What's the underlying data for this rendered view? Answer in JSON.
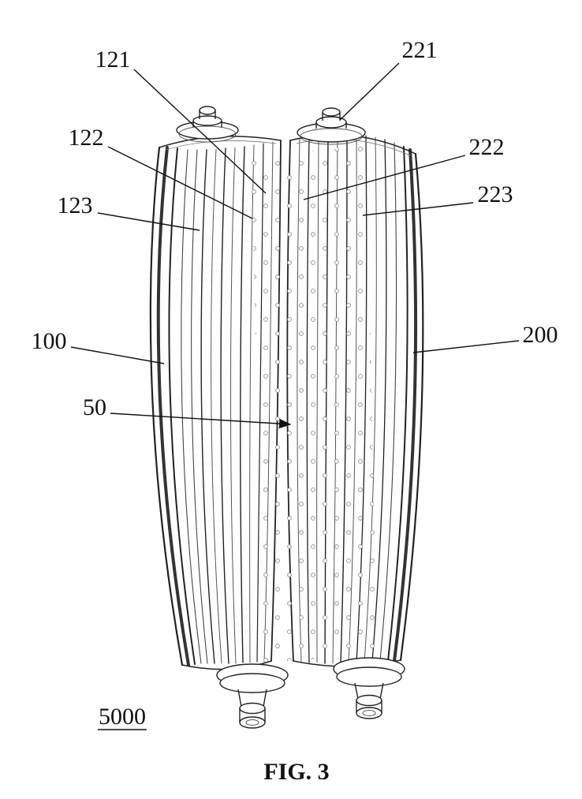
{
  "figure": {
    "caption": "FIG. 3",
    "figure_number": "5000",
    "ink_color": "#1a1a1a",
    "ref_labels": {
      "n121": "121",
      "n221": "221",
      "n122": "122",
      "n222": "222",
      "n123": "123",
      "n223": "223",
      "n100": "100",
      "n200": "200",
      "n50": "50"
    }
  }
}
